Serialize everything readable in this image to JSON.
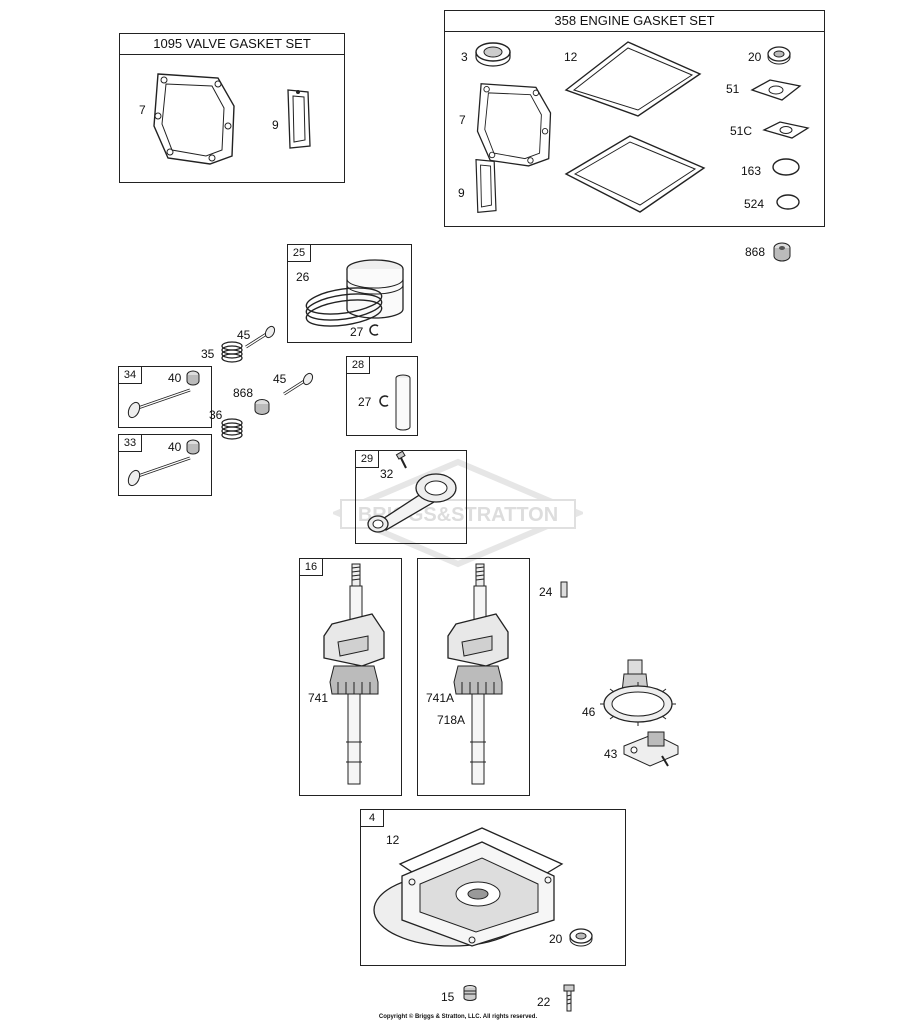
{
  "watermark": "BRIGGS&STRATTON",
  "copyright": "Copyright © Briggs & Stratton, LLC. All rights reserved.",
  "boxes": {
    "valve_set": {
      "title": "1095 VALVE GASKET SET"
    },
    "engine_set": {
      "title": "358 ENGINE GASKET SET"
    },
    "b25": {
      "tag": "25"
    },
    "b28": {
      "tag": "28"
    },
    "b34": {
      "tag": "34"
    },
    "b33": {
      "tag": "33"
    },
    "b29": {
      "tag": "29"
    },
    "b16": {
      "tag": "16"
    },
    "b4": {
      "tag": "4"
    }
  },
  "labels": {
    "vs_7": "7",
    "vs_9": "9",
    "es_3": "3",
    "es_12": "12",
    "es_20": "20",
    "es_51": "51",
    "es_51c": "51C",
    "es_7": "7",
    "es_163": "163",
    "es_9": "9",
    "es_524": "524",
    "p868a": "868",
    "p26": "26",
    "p27a": "27",
    "p45a": "45",
    "p35": "35",
    "p40a": "40",
    "p868b": "868",
    "p45b": "45",
    "p36": "36",
    "p27b": "27",
    "p40b": "40",
    "p32": "32",
    "p741": "741",
    "p741a": "741A",
    "p718a": "718A",
    "p24": "24",
    "p46": "46",
    "p43": "43",
    "p12": "12",
    "p20": "20",
    "p15": "15",
    "p22": "22"
  }
}
